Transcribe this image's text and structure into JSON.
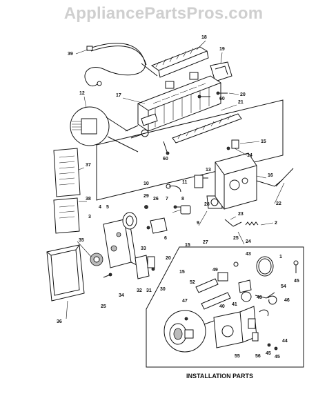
{
  "watermark": "AppliancePartsPros.com",
  "installation_title": "INSTALLATION PARTS",
  "callouts": [
    "39",
    "18",
    "19",
    "12",
    "17",
    "20",
    "60",
    "21",
    "60",
    "15",
    "14",
    "37",
    "13",
    "16",
    "10",
    "11",
    "22",
    "7",
    "26",
    "8",
    "29",
    "2",
    "38",
    "28",
    "9",
    "23",
    "3",
    "4",
    "5",
    "6",
    "27",
    "25",
    "35",
    "24",
    "33",
    "15",
    "20",
    "32",
    "31",
    "30",
    "15",
    "34",
    "36",
    "25",
    "43",
    "1",
    "49",
    "45",
    "52",
    "54",
    "48",
    "40",
    "41",
    "47",
    "46",
    "44",
    "55",
    "56",
    "45",
    "45"
  ]
}
